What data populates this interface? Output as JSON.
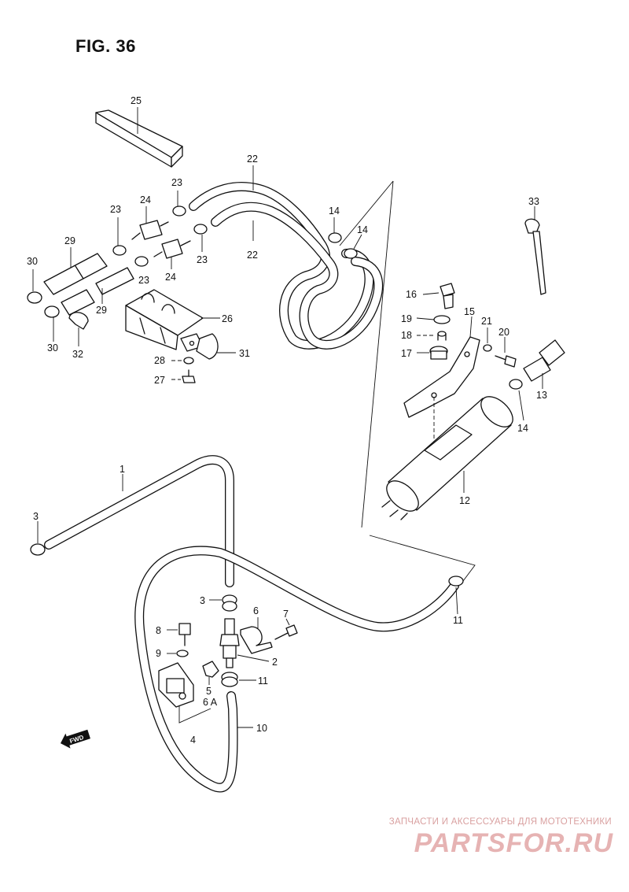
{
  "figure": {
    "title": "FIG. 36"
  },
  "labels": {
    "l25": "25",
    "l22a": "22",
    "l22b": "22",
    "l23a": "23",
    "l23b": "23",
    "l23c": "23",
    "l23d": "23",
    "l24a": "24",
    "l24b": "24",
    "l29a": "29",
    "l29b": "29",
    "l30a": "30",
    "l30b": "30",
    "l32": "32",
    "l26": "26",
    "l31": "31",
    "l28": "28",
    "l27": "27",
    "l14a": "14",
    "l14b": "14",
    "l14c": "14",
    "l33": "33",
    "l16": "16",
    "l15": "15",
    "l19": "19",
    "l21": "21",
    "l20": "20",
    "l18": "18",
    "l17": "17",
    "l13": "13",
    "l12": "12",
    "l1": "1",
    "l3a": "3",
    "l3b": "3",
    "l11a": "11",
    "l11b": "11",
    "l6a": "6",
    "l7": "7",
    "l8": "8",
    "l2": "2",
    "l9": "9",
    "l5": "5",
    "l6A": "6 A",
    "l4": "4",
    "l10": "10"
  },
  "fwd_arrow": {
    "text": "FWD",
    "icon": "fwd-arrow-icon"
  },
  "watermark": {
    "line1": "ЗАПЧАСТИ И АКСЕССУАРЫ ДЛЯ МОТОТЕХНИКИ",
    "logo": "PARTSFOR.RU",
    "color": "#e6b3b3"
  }
}
